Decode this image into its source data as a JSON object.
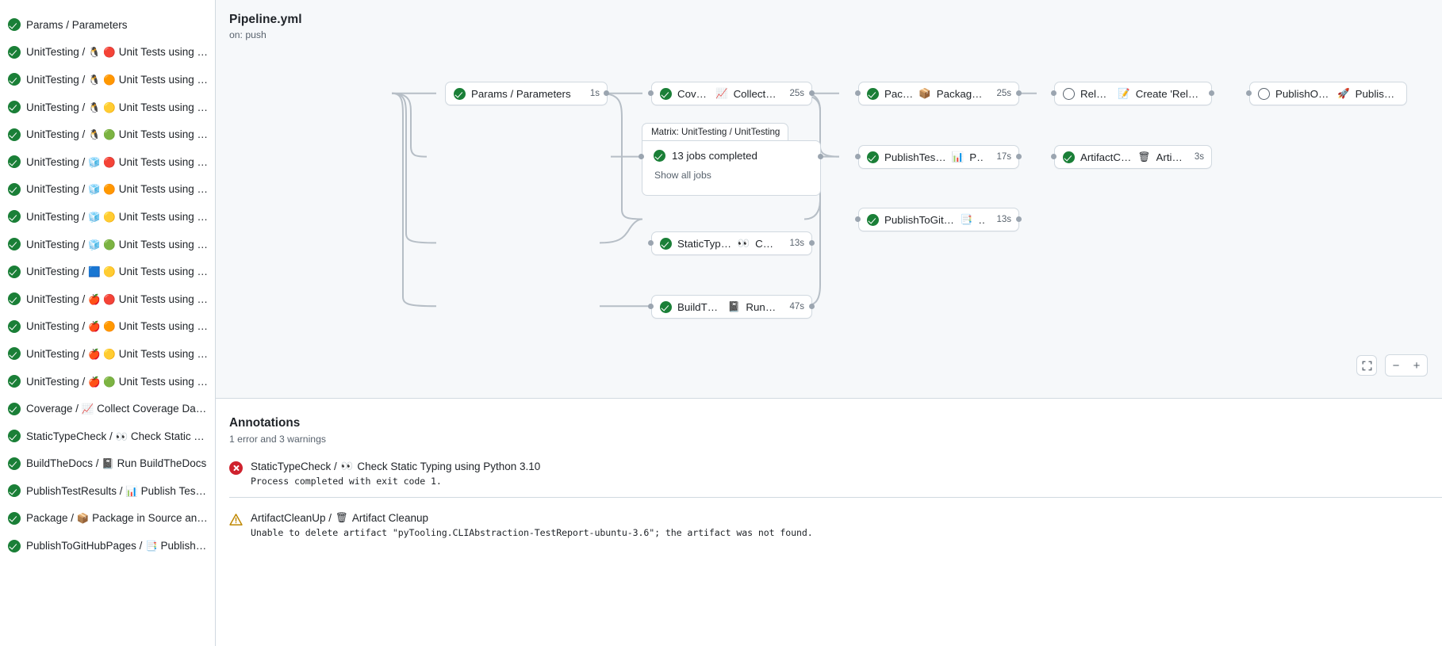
{
  "sidebar": {
    "jobs": [
      {
        "status": "success",
        "name": "Params / Parameters",
        "emojis": []
      },
      {
        "status": "success",
        "name": "UnitTesting / ",
        "emojis": [
          "🐧",
          "🔴"
        ],
        "suffix": "Unit Tests using Pyth…"
      },
      {
        "status": "success",
        "name": "UnitTesting / ",
        "emojis": [
          "🐧",
          "🟠"
        ],
        "suffix": "Unit Tests using Pyth…"
      },
      {
        "status": "success",
        "name": "UnitTesting / ",
        "emojis": [
          "🐧",
          "🟡"
        ],
        "suffix": "Unit Tests using Pyth…"
      },
      {
        "status": "success",
        "name": "UnitTesting / ",
        "emojis": [
          "🐧",
          "🟢"
        ],
        "suffix": "Unit Tests using Pyth…"
      },
      {
        "status": "success",
        "name": "UnitTesting / ",
        "emojis": [
          "🧊",
          "🔴"
        ],
        "suffix": "Unit Tests using Pyth…"
      },
      {
        "status": "success",
        "name": "UnitTesting / ",
        "emojis": [
          "🧊",
          "🟠"
        ],
        "suffix": "Unit Tests using Pyth…"
      },
      {
        "status": "success",
        "name": "UnitTesting / ",
        "emojis": [
          "🧊",
          "🟡"
        ],
        "suffix": "Unit Tests using Pyth…"
      },
      {
        "status": "success",
        "name": "UnitTesting / ",
        "emojis": [
          "🧊",
          "🟢"
        ],
        "suffix": "Unit Tests using Pyth…"
      },
      {
        "status": "success",
        "name": "UnitTesting / ",
        "emojis": [
          "🟦",
          "🟡"
        ],
        "suffix": "Unit Tests using Pyth…"
      },
      {
        "status": "success",
        "name": "UnitTesting / ",
        "emojis": [
          "🍎",
          "🔴"
        ],
        "suffix": "Unit Tests using Pyth…"
      },
      {
        "status": "success",
        "name": "UnitTesting / ",
        "emojis": [
          "🍎",
          "🟠"
        ],
        "suffix": "Unit Tests using Pyth…"
      },
      {
        "status": "success",
        "name": "UnitTesting / ",
        "emojis": [
          "🍎",
          "🟡"
        ],
        "suffix": "Unit Tests using Pyth…"
      },
      {
        "status": "success",
        "name": "UnitTesting / ",
        "emojis": [
          "🍎",
          "🟢"
        ],
        "suffix": "Unit Tests using Pyth…"
      },
      {
        "status": "success",
        "name": "Coverage / ",
        "emojis": [
          "📈"
        ],
        "suffix": "Collect Coverage Data usi…"
      },
      {
        "status": "success",
        "name": "StaticTypeCheck / ",
        "emojis": [
          "👀"
        ],
        "suffix": "Check Static Typing…"
      },
      {
        "status": "success",
        "name": "BuildTheDocs / ",
        "emojis": [
          "📓"
        ],
        "suffix": "Run BuildTheDocs"
      },
      {
        "status": "success",
        "name": "PublishTestResults / ",
        "emojis": [
          "📊"
        ],
        "suffix": "Publish Test Resu…"
      },
      {
        "status": "success",
        "name": "Package / ",
        "emojis": [
          "📦"
        ],
        "suffix": "Package in Source and Wh…"
      },
      {
        "status": "success",
        "name": "PublishToGitHubPages / ",
        "emojis": [
          "📑"
        ],
        "suffix": "Publish to G…"
      }
    ]
  },
  "graph": {
    "title": "Pipeline.yml",
    "subtitle": "on: push",
    "nodes": {
      "params": {
        "status": "success",
        "label": "Params / Parameters",
        "emoji": "",
        "time": "1s"
      },
      "coverage": {
        "status": "success",
        "label_a": "Coverage / ",
        "emoji": "📈",
        "label_b": "Collect Cove…",
        "time": "25s"
      },
      "statictype": {
        "status": "success",
        "label_a": "StaticTypeCheck / ",
        "emoji": "👀",
        "label_b": "Chec…",
        "time": "13s"
      },
      "buildthedocs": {
        "status": "success",
        "label_a": "BuildTheDocs / ",
        "emoji": "📓",
        "label_b": "Run Buil…",
        "time": "47s"
      },
      "package": {
        "status": "success",
        "label_a": "Package / ",
        "emoji": "📦",
        "label_b": "Package in So…",
        "time": "25s"
      },
      "publishtest": {
        "status": "success",
        "label_a": "PublishTestResults / ",
        "emoji": "📊",
        "label_b": "Pu…",
        "time": "17s"
      },
      "publishpages": {
        "status": "success",
        "label_a": "PublishToGitHubPages / ",
        "emoji": "📑",
        "label_b": "…",
        "time": "13s"
      },
      "release": {
        "status": "pending",
        "label_a": "Release / ",
        "emoji": "📝",
        "label_b": "Create 'Release P…",
        "time": ""
      },
      "artifact": {
        "status": "success",
        "label_a": "ArtifactCleanUp / ",
        "emoji": "🗑",
        "label_b": "Artifac…",
        "time": "3s"
      },
      "publishpypi": {
        "status": "pending",
        "label_a": "PublishOnPyPI / ",
        "emoji": "🚀",
        "label_b": "Publish to …",
        "time": ""
      }
    },
    "matrix": {
      "tab_label": "Matrix: UnitTesting / UnitTesting",
      "summary": "13 jobs completed",
      "show_all": "Show all jobs"
    },
    "controls": {
      "fit_icon": "fullscreen-icon",
      "zoom_out": "−",
      "zoom_in": "+"
    }
  },
  "annotations": {
    "title": "Annotations",
    "subtitle": "1 error and 3 warnings",
    "items": [
      {
        "severity": "error",
        "job_a": "StaticTypeCheck / ",
        "emoji": "👀",
        "job_b": "Check Static Typing using Python 3.10",
        "message": "Process completed with exit code 1."
      },
      {
        "severity": "warning",
        "job_a": "ArtifactCleanUp / ",
        "emoji": "🗑",
        "job_b": "Artifact Cleanup",
        "message": "Unable to delete artifact \"pyTooling.CLIAbstraction-TestReport-ubuntu-3.6\"; the artifact was not found."
      }
    ]
  },
  "colors": {
    "success": "#1a7f37",
    "error": "#cf222e",
    "warning": "#d4a72c",
    "border": "#d1d9e0",
    "muted": "#59636e",
    "canvas": "#f6f8fa"
  }
}
